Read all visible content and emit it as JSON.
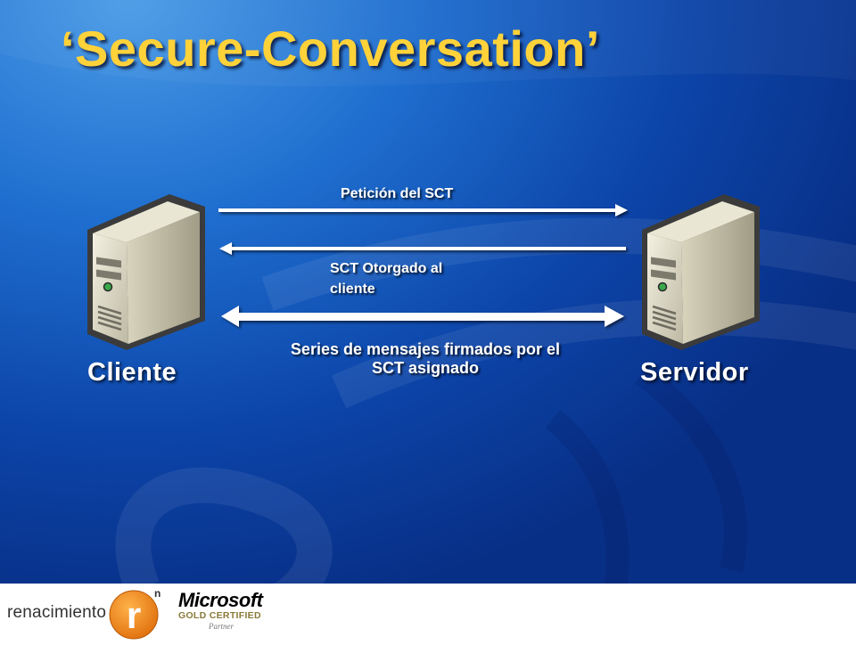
{
  "title": "‘Secure-Conversation’",
  "nodes": {
    "client_label": "Cliente",
    "server_label": "Servidor"
  },
  "messages": {
    "request": "Petición del SCT",
    "granted_line1": "SCT Otorgado al",
    "granted_line2": "cliente",
    "series_line1": "Series de mensajes firmados por el",
    "series_line2": "SCT asignado"
  },
  "footer": {
    "brand_name": "renacimiento",
    "brand_logo_letter": "r",
    "brand_logo_sup": "n",
    "partner_word": "Microsoft",
    "partner_level": "GOLD CERTIFIED",
    "partner_label": "Partner"
  },
  "colors": {
    "title": "#ffd23a",
    "background": "#1f6fd0",
    "arrow": "#ffffff",
    "logo_orange": "#f08a1c"
  },
  "icons": {
    "server_icon": "tower-server-icon",
    "brand_icon": "renacimiento-logo-icon"
  }
}
